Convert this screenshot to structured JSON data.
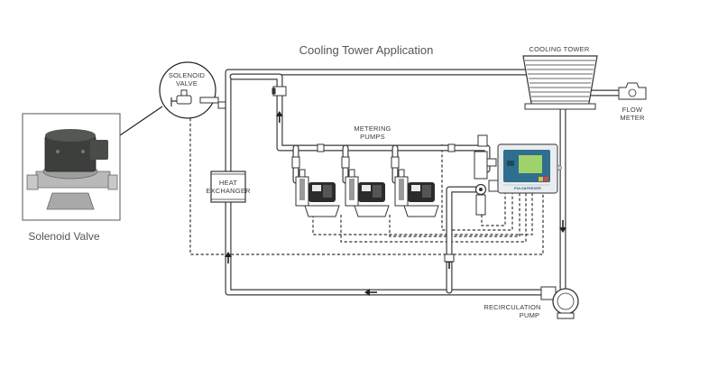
{
  "title": "Cooling Tower Application",
  "labels": {
    "cooling_tower": "COOLING TOWER",
    "flow_meter": [
      "FLOW",
      "METER"
    ],
    "solenoid_valve_callout": [
      "SOLENOID",
      "VALVE"
    ],
    "metering_pumps": [
      "METERING",
      "PUMPS"
    ],
    "heat_exchanger": [
      "HEAT",
      "EXCHANGER"
    ],
    "recirculation_pump": [
      "RECIRCULATION",
      "PUMP"
    ],
    "solenoid_valve_photo_caption": "Solenoid Valve",
    "controller_brand": "PULSAFEEDER"
  },
  "colors": {
    "line": "#333333",
    "controller_body": "#e9edf0",
    "controller_screen": "#2f6e8e",
    "controller_display": "#9fd26a",
    "valve_metal": "#a9a9a9"
  },
  "pump_count": 3
}
